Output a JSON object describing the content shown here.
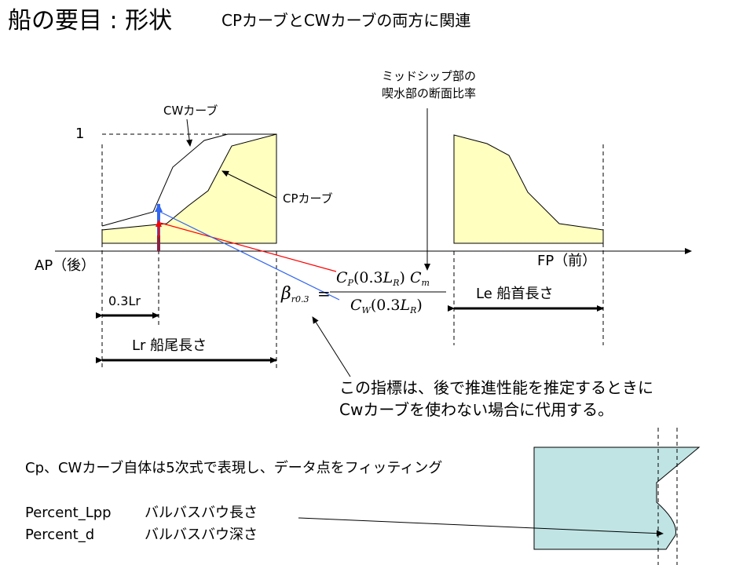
{
  "title": "船の要目 : 形状",
  "subtitle": "CPカーブとCWカーブの両方に関連",
  "labels": {
    "midship": [
      "ミッドシップ部の",
      "喫水部の断面比率"
    ],
    "cw_curve": "CWカーブ",
    "cp_curve": "CPカーブ",
    "one": "1",
    "ap": "AP（後）",
    "fp": "FP（前）",
    "x03lr": "0.3Lr",
    "lr": "Lr 船尾長さ",
    "le": "Le 船首長さ"
  },
  "formula": {
    "lhs_symbol": "β",
    "lhs_sub": "r0.3",
    "equals": "=",
    "num_cp": "C",
    "num_cp_sub": "P",
    "num_arg": "(0.3",
    "num_L": "L",
    "num_L_sub": "R",
    "num_close": ")",
    "num_cm": "C",
    "num_cm_sub": "m",
    "den_cw": "C",
    "den_cw_sub": "W",
    "den_arg": "(0.3",
    "den_L": "L",
    "den_L_sub": "R",
    "den_close": ")"
  },
  "note": [
    "この指標は、後で推進性能を推定するときに",
    "Cwカーブを使わない場合に代用する。"
  ],
  "bottom": {
    "line1": "Cp、CWカーブ自体は5次式で表現し、データ点をフィッティング",
    "row2_key": "Percent_Lpp",
    "row2_val": "バルバスバウ長さ",
    "row3_key": "Percent_d",
    "row3_val": "バルバスバウ深さ"
  },
  "colors": {
    "fill_yellow": "#ffffc0",
    "bow_fill": "#c0e4e4",
    "red_arrow": "#ff0000",
    "blue_arrow": "#3366ee",
    "dark_bar": "#882244"
  }
}
